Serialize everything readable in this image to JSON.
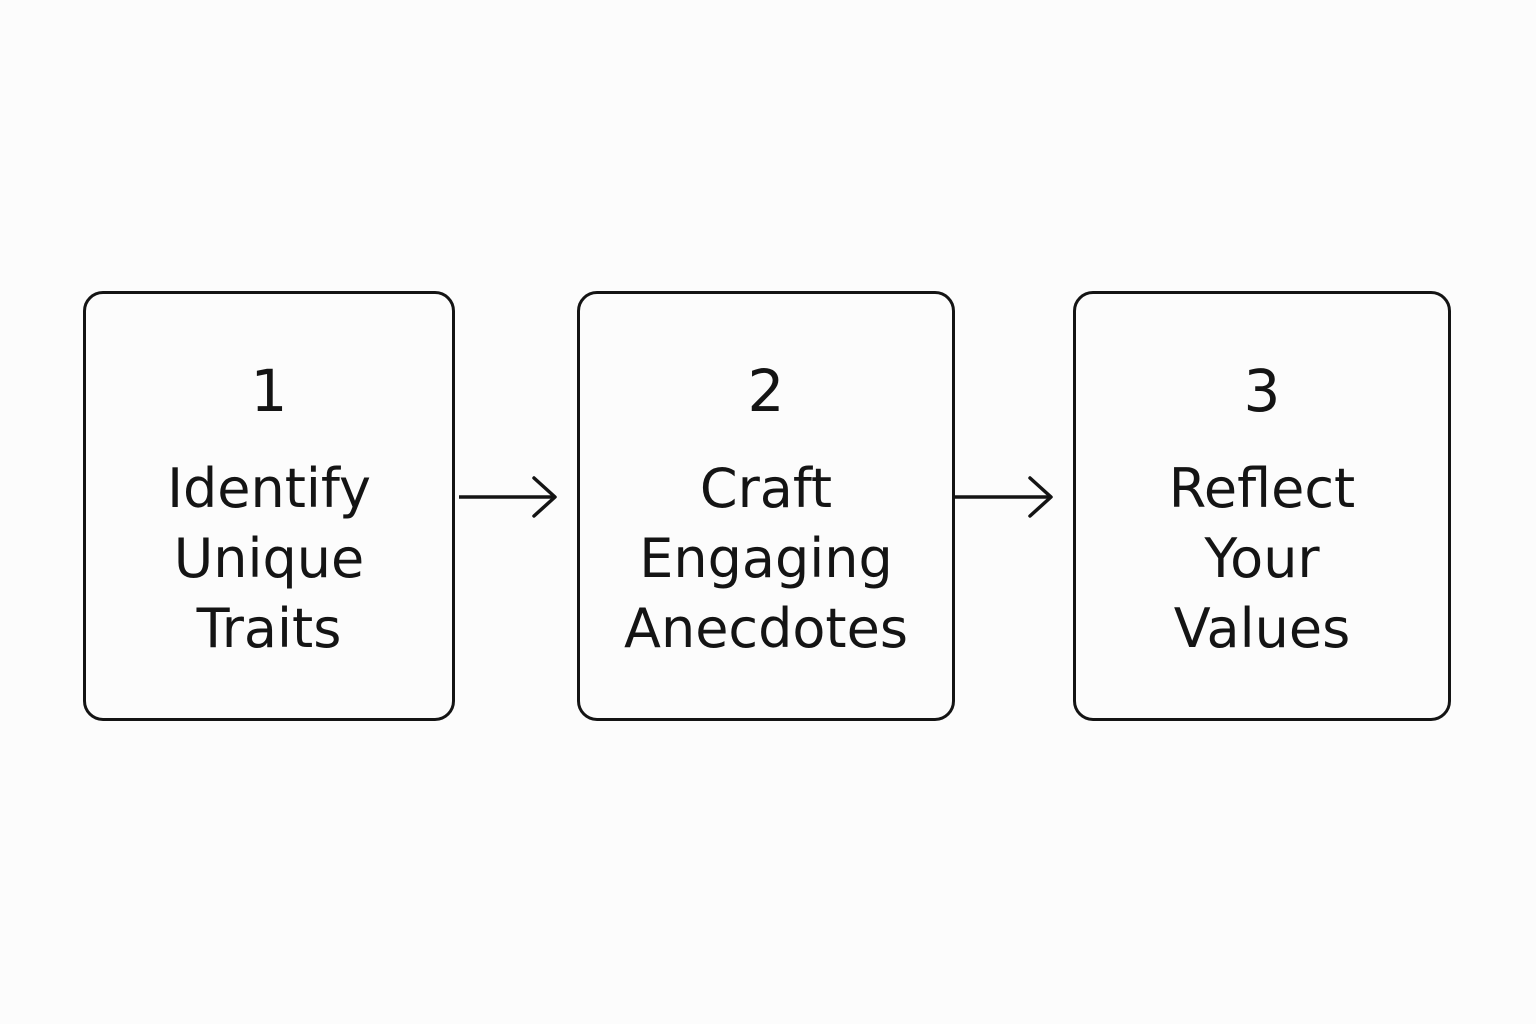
{
  "steps": [
    {
      "number": "1",
      "lines": [
        "Identify",
        "Unique",
        "Traits"
      ]
    },
    {
      "number": "2",
      "lines": [
        "Craft",
        "Engaging",
        "Anecdotes"
      ]
    },
    {
      "number": "3",
      "lines": [
        "Reflect",
        "Your",
        "Values"
      ]
    }
  ],
  "colors": {
    "stroke": "#141414",
    "background": "#fcfcfc",
    "text": "#141414"
  },
  "icons": {
    "connector": "arrow-right-icon"
  }
}
